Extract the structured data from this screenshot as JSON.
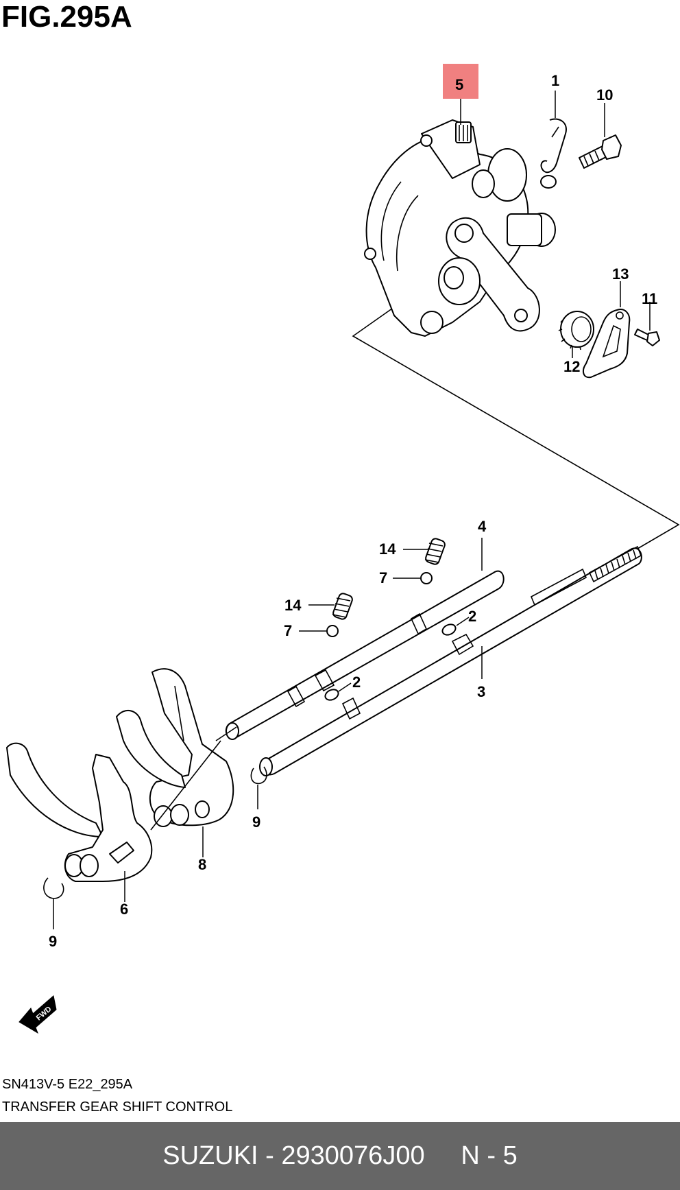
{
  "figure": {
    "title": "FIG.295A"
  },
  "callouts": {
    "c1": "1",
    "c2a": "2",
    "c2b": "2",
    "c3": "3",
    "c4": "4",
    "c5": "5",
    "c6": "6",
    "c7a": "7",
    "c7b": "7",
    "c8": "8",
    "c9a": "9",
    "c9b": "9",
    "c10": "10",
    "c11": "11",
    "c12": "12",
    "c13": "13",
    "c14a": "14",
    "c14b": "14"
  },
  "highlight": {
    "color": "#f08080",
    "part": "5"
  },
  "fwd_label": "FWD",
  "caption": {
    "code": "SN413V-5 E22_295A",
    "description": "TRANSFER GEAR SHIFT CONTROL"
  },
  "footer": {
    "text": "SUZUKI - 2930076J00     N - 5",
    "background": "#666666"
  }
}
